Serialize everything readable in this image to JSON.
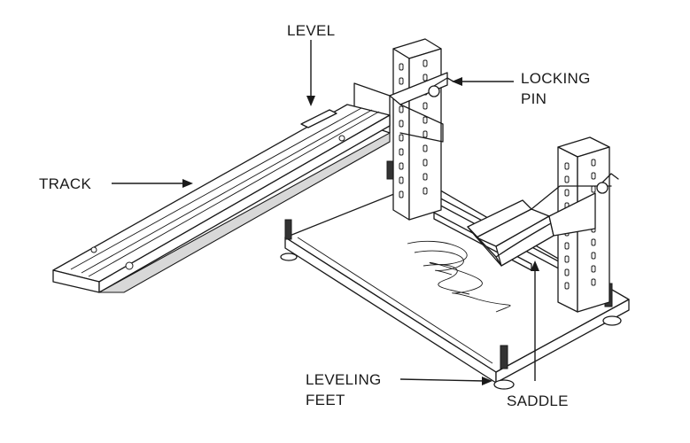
{
  "labels": {
    "level": "LEVEL",
    "locking_pin_line1": "LOCKING",
    "locking_pin_line2": "PIN",
    "track": "TRACK",
    "leveling_feet_line1": "LEVELING",
    "leveling_feet_line2": "FEET",
    "saddle": "SADDLE"
  }
}
